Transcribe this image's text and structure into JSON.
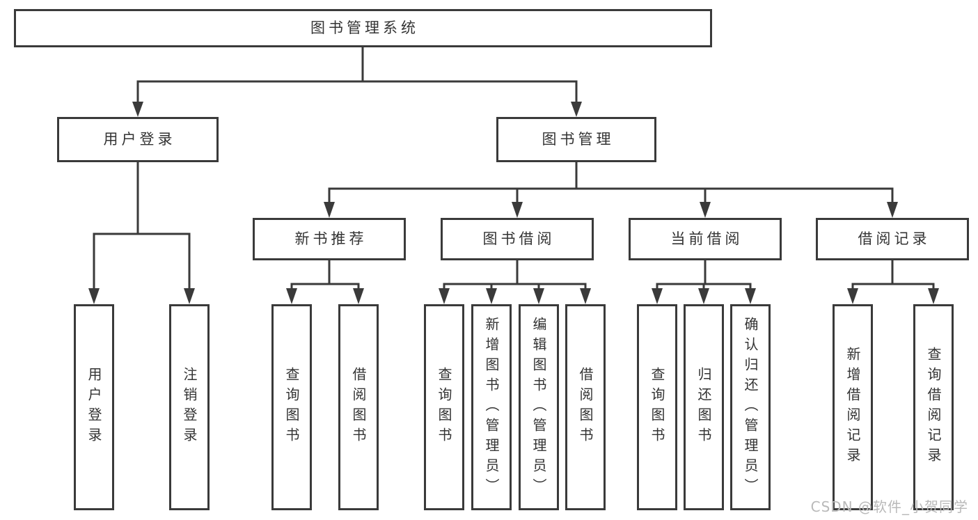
{
  "diagram": {
    "root": {
      "label": "图书管理系统"
    },
    "level2": [
      {
        "label": "用户登录"
      },
      {
        "label": "图书管理"
      }
    ],
    "level3": [
      {
        "label": "新书推荐"
      },
      {
        "label": "图书借阅"
      },
      {
        "label": "当前借阅"
      },
      {
        "label": "借阅记录"
      }
    ],
    "leaves": [
      {
        "label": "用户登录"
      },
      {
        "label": "注销登录"
      },
      {
        "label": "查询图书"
      },
      {
        "label": "借阅图书"
      },
      {
        "label": "查询图书"
      },
      {
        "label": "新增图书（管理员）"
      },
      {
        "label": "编辑图书（管理员）"
      },
      {
        "label": "借阅图书"
      },
      {
        "label": "查询图书"
      },
      {
        "label": "归还图书"
      },
      {
        "label": "确认归还（管理员）"
      },
      {
        "label": "新增借阅记录"
      },
      {
        "label": "查询借阅记录"
      }
    ]
  },
  "watermark": {
    "text": "CSDN @软件_小贺同学"
  },
  "colors": {
    "line": "#3a3a3a",
    "text": "#333333",
    "watermark_text": "#b9b9b9",
    "background": "#ffffff"
  }
}
